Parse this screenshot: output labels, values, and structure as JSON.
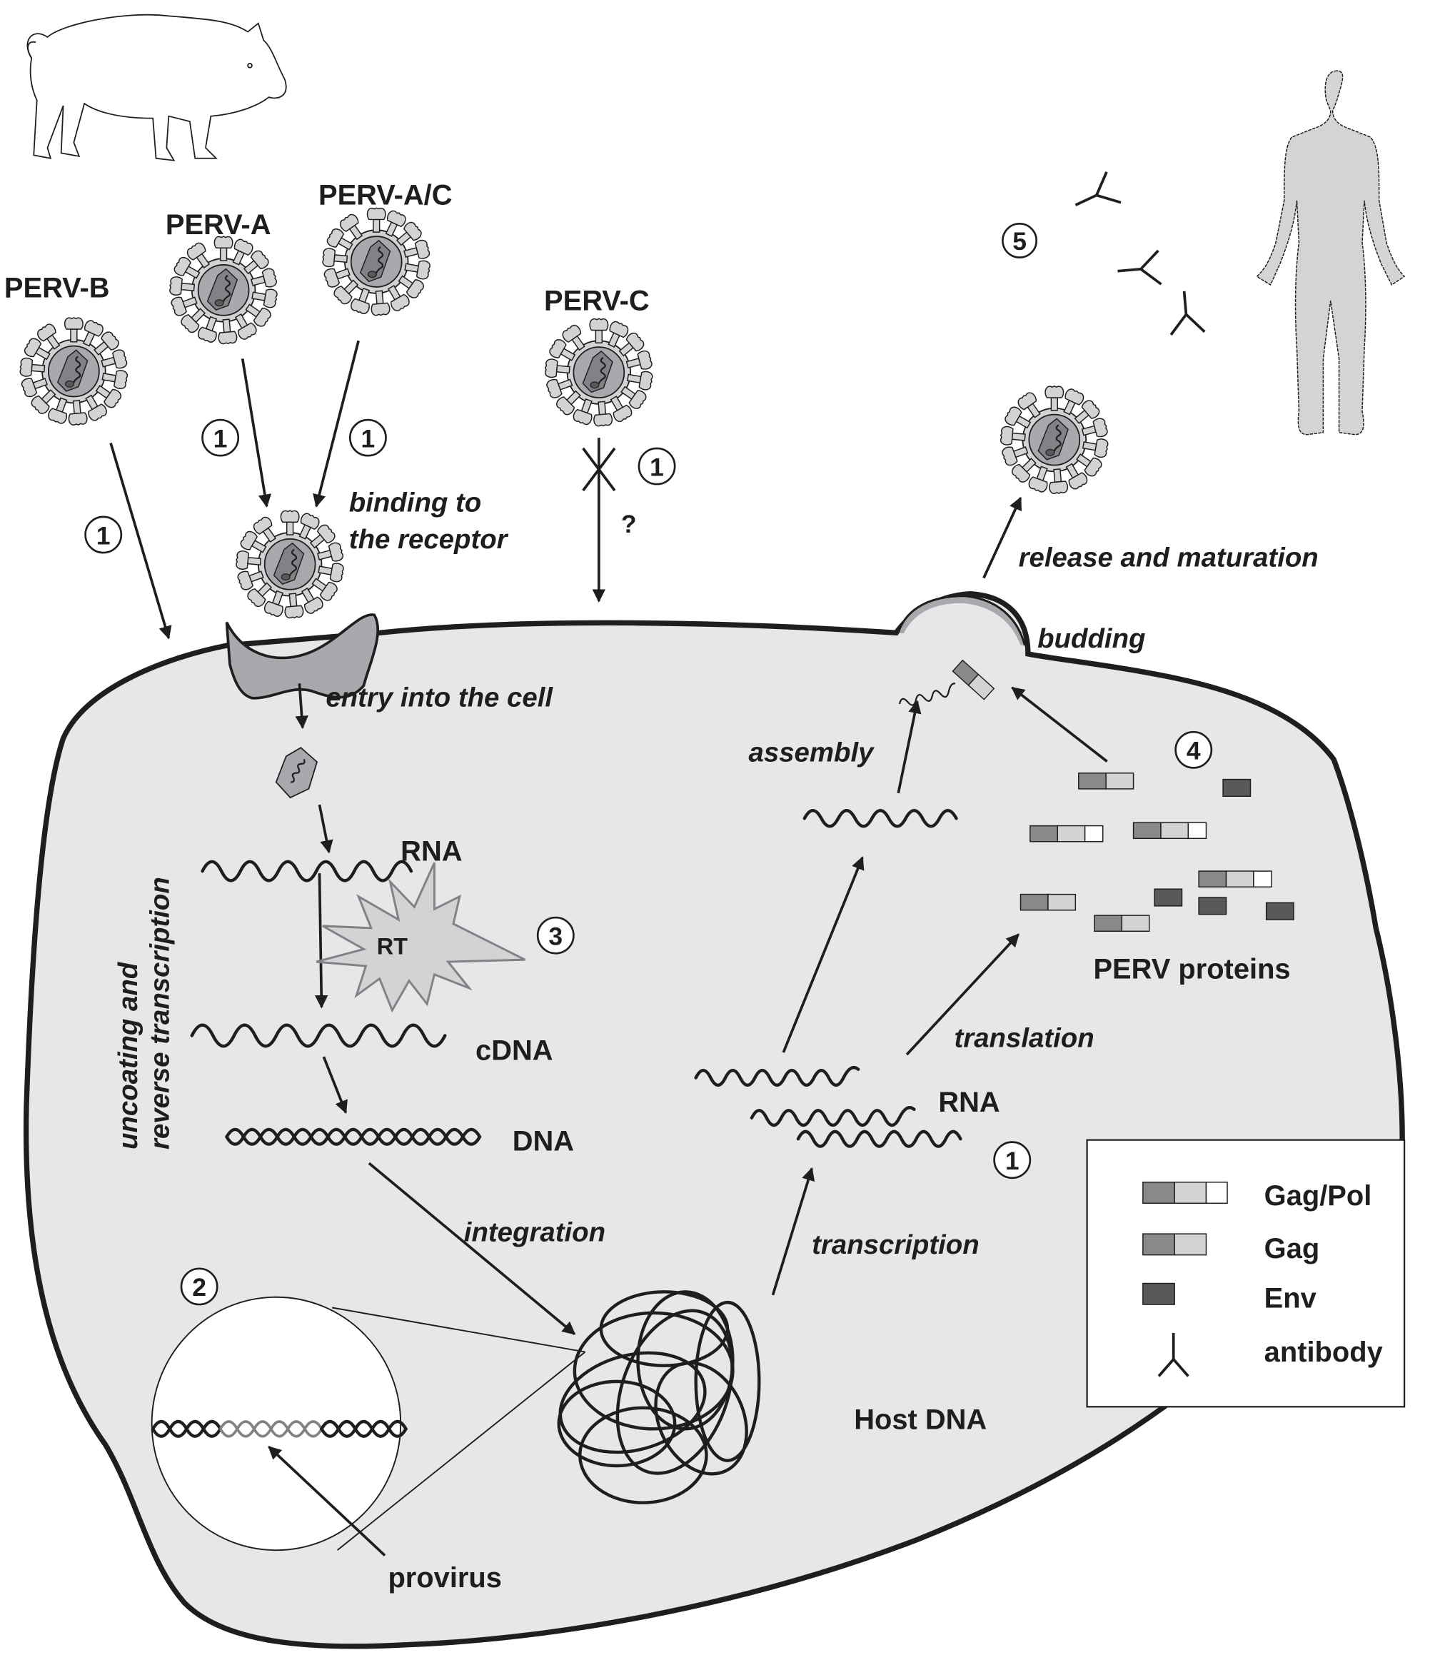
{
  "title": "PERV replication cycle and transmission from pig to human",
  "source_organism": "pig",
  "target_organism": "human",
  "viruses": [
    {
      "id": "perv-b",
      "label": "PERV-B",
      "step": "1"
    },
    {
      "id": "perv-a",
      "label": "PERV-A",
      "step": "1"
    },
    {
      "id": "perv-ac",
      "label": "PERV-A/C",
      "step": "1"
    },
    {
      "id": "perv-c",
      "label": "PERV-C",
      "step": "1",
      "blocked": true,
      "uncertain_mark": "?"
    }
  ],
  "steps": {
    "binding": "binding to\nthe receptor",
    "binding_line1": "binding to",
    "binding_line2": "the receptor",
    "entry": "entry into the cell",
    "uncoating_line1": "uncoating and",
    "uncoating_line2": "reverse transcription",
    "integration": "integration",
    "transcription": "transcription",
    "translation": "translation",
    "assembly": "assembly",
    "budding": "budding",
    "release": "release and maturation"
  },
  "molecules": {
    "rna_left": "RNA",
    "rt": "RT",
    "cdna": "cDNA",
    "dna": "DNA",
    "rna_right": "RNA",
    "host_dna": "Host DNA",
    "provirus": "provirus",
    "perv_proteins": "PERV proteins"
  },
  "step_markers": {
    "perv_b": "1",
    "perv_a": "1",
    "perv_ac": "1",
    "perv_c": "1",
    "provirus": "2",
    "rt": "3",
    "proteins": "4",
    "antibodies": "5",
    "transcription": "1"
  },
  "legend": {
    "items": [
      {
        "label": "Gag/Pol",
        "swatch": "gag-pol"
      },
      {
        "label": "Gag",
        "swatch": "gag"
      },
      {
        "label": "Env",
        "swatch": "env"
      },
      {
        "label": "antibody",
        "swatch": "antibody"
      }
    ]
  },
  "colors": {
    "cell_fill": "#e6e7e8",
    "gag_dark": "#88898b",
    "gag_light": "#d2d3d5",
    "pol": "#ffffff",
    "env": "#58595b",
    "receptor": "#a7a9ac",
    "virus_outer": "#d1d3d4",
    "virus_core": "#a7a9ac",
    "virus_capsid": "#808285",
    "human_fill": "#d4d4d4",
    "ink": "#1e1e1e"
  }
}
